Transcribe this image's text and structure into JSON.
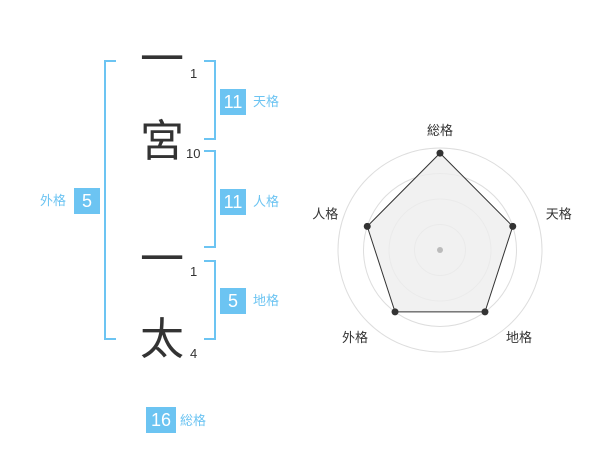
{
  "name": {
    "chars": [
      {
        "char": "一",
        "strokes": "1"
      },
      {
        "char": "宮",
        "strokes": "10"
      },
      {
        "char": "一",
        "strokes": "1"
      },
      {
        "char": "太",
        "strokes": "4"
      }
    ]
  },
  "kaku": {
    "tenkaku": {
      "value": "11",
      "label": "天格"
    },
    "jinkaku": {
      "value": "11",
      "label": "人格"
    },
    "chikaku": {
      "value": "5",
      "label": "地格"
    },
    "gaikaku": {
      "value": "5",
      "label": "外格"
    },
    "soukaku": {
      "value": "16",
      "label": "総格"
    }
  },
  "chart_data": {
    "type": "radar",
    "axes": [
      "総格",
      "天格",
      "地格",
      "外格",
      "人格"
    ],
    "values": [
      0.95,
      0.75,
      0.75,
      0.75,
      0.75
    ],
    "rings": 4,
    "colors": {
      "fill": "#eeeeee",
      "stroke": "#333333",
      "grid": "#dddddd",
      "accent": "#6cc4f2"
    }
  }
}
